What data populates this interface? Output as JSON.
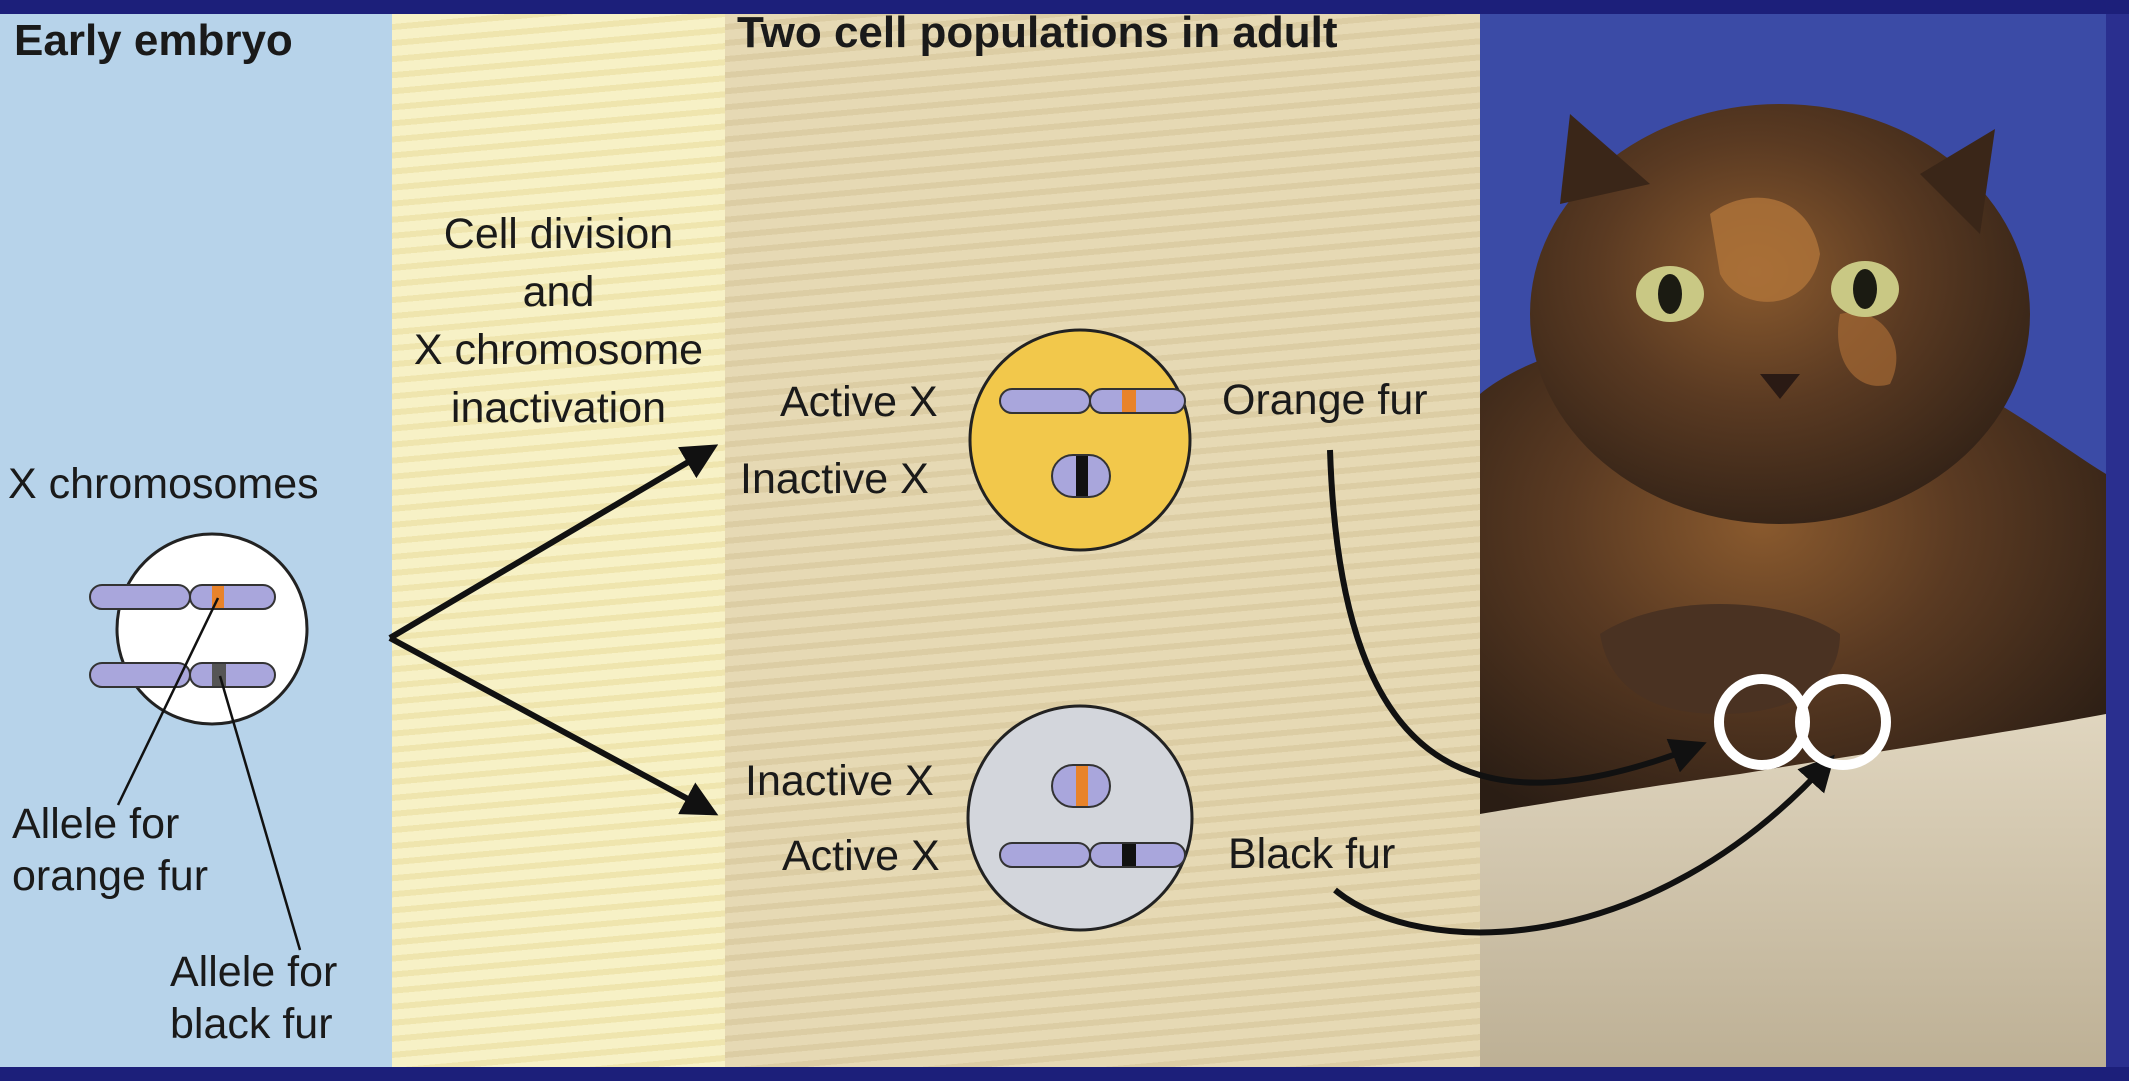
{
  "panels": {
    "embryo_title": "Early embryo",
    "adult_title": "Two cell populations in adult"
  },
  "process_label": [
    "Cell division",
    "and",
    "X chromosome",
    "inactivation"
  ],
  "embryo": {
    "x_label": "X chromosomes",
    "allele_orange": [
      "Allele for",
      "orange fur"
    ],
    "allele_black": [
      "Allele for",
      "black fur"
    ]
  },
  "cell_orange": {
    "active_label": "Active X",
    "inactive_label": "Inactive X",
    "phenotype": "Orange fur"
  },
  "cell_black": {
    "inactive_label": "Inactive X",
    "active_label": "Active X",
    "phenotype": "Black fur"
  },
  "colors": {
    "chromosome": "#a9a6dc",
    "orange_allele": "#e8832a",
    "black_allele": "#1e1e1e",
    "orange_cell": "#f2c84b",
    "gray_cell": "#d3d6dc"
  }
}
